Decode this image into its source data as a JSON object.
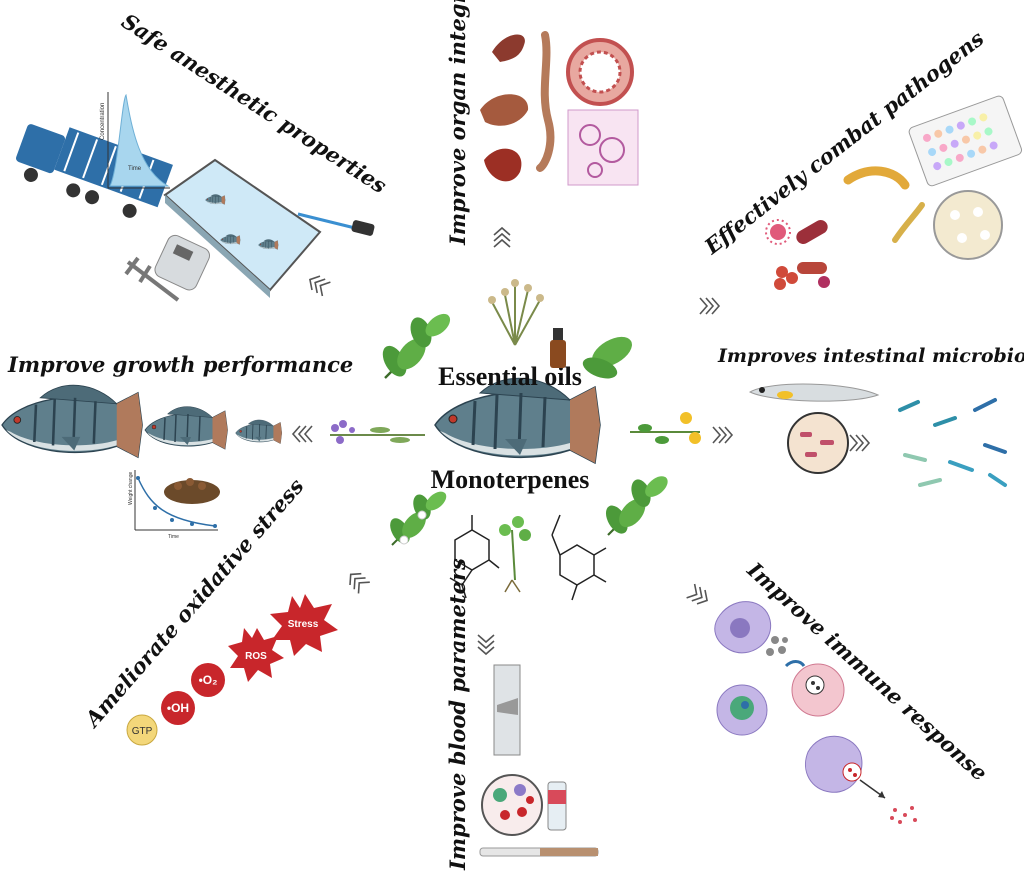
{
  "center": {
    "top_label": "Essential oils",
    "bottom_label": "Monoterpenes"
  },
  "benefits": {
    "anesthetic": "Safe anesthetic properties",
    "organ": "Improve organ integrity",
    "pathogens": "Effectively combat pathogens",
    "growth": "Improve growth performance",
    "microbiota": "Improves intestinal microbiota",
    "oxidative": "Ameliorate oxidative stress",
    "blood": "Improve blood parameters",
    "immune": "Improve immune response"
  },
  "anesthetic_graph": {
    "y_label": "Concentration",
    "x_label": "Time"
  },
  "growth_graph": {
    "y_label": "Weight change",
    "x_label": "Time"
  },
  "oxidative_badges": {
    "gtp": "GTP",
    "oh": "•OH",
    "o2": "•O₂",
    "ros": "ROS",
    "stress": "Stress"
  },
  "colors": {
    "fish_body": "#5f7f8c",
    "fish_stripes": "#2c4350",
    "fish_belly": "#d9e1e3",
    "leaf": "#4c9a3a",
    "badge_red": "#c8262b",
    "badge_yellow": "#f3d77a",
    "truck_blue": "#2e6fa8",
    "organ_red": "#8c3a2e"
  }
}
